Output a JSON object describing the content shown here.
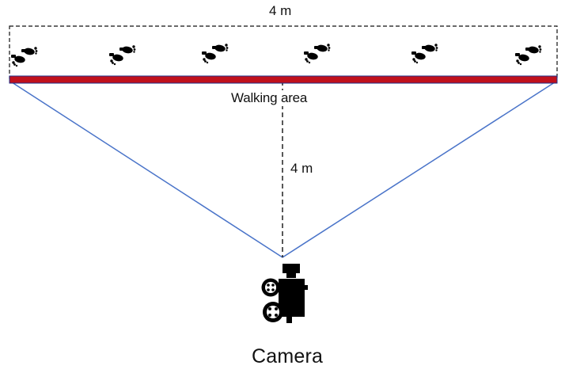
{
  "diagram": {
    "width_label": "4 m",
    "depth_label": "4 m",
    "walking_area_label": "Walking area",
    "camera_label": "Camera",
    "footprint_pairs": 6,
    "icons": {
      "footprints": "footprints-icon",
      "camera": "video-camera-icon"
    },
    "colors": {
      "walking_line": "#c0101c",
      "walking_line_edge": "#1f2f8a",
      "field_of_view": "#4a74c9",
      "dashed_lines": "#111111",
      "icons": "#000000"
    }
  }
}
